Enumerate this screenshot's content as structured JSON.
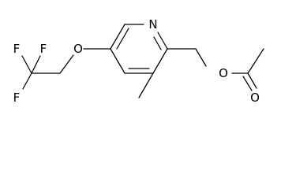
{
  "molecule": {
    "atoms": {
      "ring_nitrogen": "N",
      "ether_oxygen": "O",
      "ester_oxygen": "O",
      "carbonyl_oxygen": "O",
      "fluorine_top_left": "F",
      "fluorine_top_right": "F",
      "fluorine_bottom": "F"
    }
  }
}
